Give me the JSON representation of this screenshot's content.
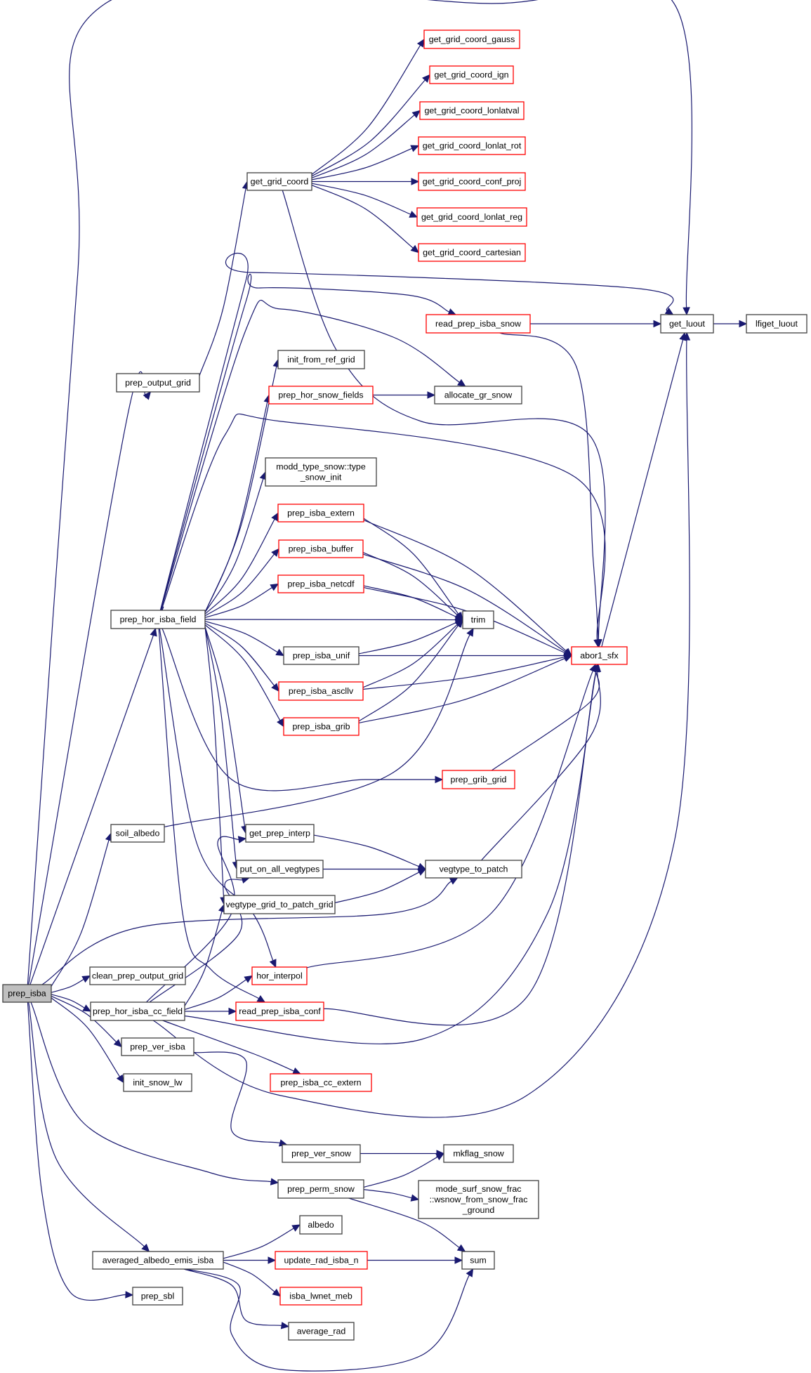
{
  "title": "Call graph of prep_isba",
  "colors": {
    "edge": "#191970",
    "box_border": "#404040",
    "external_border": "#ff0000",
    "root_fill": "#bfbfbf"
  },
  "nodes": [
    {
      "id": "prep_isba",
      "lines": [
        "prep_isba"
      ],
      "kind": "root"
    },
    {
      "id": "get_grid_coord_gauss",
      "lines": [
        "get_grid_coord_gauss"
      ],
      "kind": "ext"
    },
    {
      "id": "get_grid_coord_ign",
      "lines": [
        "get_grid_coord_ign"
      ],
      "kind": "ext"
    },
    {
      "id": "get_grid_coord_lonlatval",
      "lines": [
        "get_grid_coord_lonlatval"
      ],
      "kind": "ext"
    },
    {
      "id": "get_grid_coord_lonlat_rot",
      "lines": [
        "get_grid_coord_lonlat_rot"
      ],
      "kind": "ext"
    },
    {
      "id": "get_grid_coord_conf_proj",
      "lines": [
        "get_grid_coord_conf_proj"
      ],
      "kind": "ext"
    },
    {
      "id": "get_grid_coord_lonlat_reg",
      "lines": [
        "get_grid_coord_lonlat_reg"
      ],
      "kind": "ext"
    },
    {
      "id": "get_grid_coord_cartesian",
      "lines": [
        "get_grid_coord_cartesian"
      ],
      "kind": "ext"
    },
    {
      "id": "get_grid_coord",
      "lines": [
        "get_grid_coord"
      ],
      "kind": "normal"
    },
    {
      "id": "get_luout",
      "lines": [
        "get_luout"
      ],
      "kind": "normal"
    },
    {
      "id": "lfiget_luout",
      "lines": [
        "lfiget_luout"
      ],
      "kind": "normal"
    },
    {
      "id": "read_prep_isba_snow",
      "lines": [
        "read_prep_isba_snow"
      ],
      "kind": "ext"
    },
    {
      "id": "init_from_ref_grid",
      "lines": [
        "init_from_ref_grid"
      ],
      "kind": "normal"
    },
    {
      "id": "prep_hor_snow_fields",
      "lines": [
        "prep_hor_snow_fields"
      ],
      "kind": "ext"
    },
    {
      "id": "allocate_gr_snow",
      "lines": [
        "allocate_gr_snow"
      ],
      "kind": "normal"
    },
    {
      "id": "prep_output_grid",
      "lines": [
        "prep_output_grid"
      ],
      "kind": "normal"
    },
    {
      "id": "modd_type_snow",
      "lines": [
        "modd_type_snow::type",
        "_snow_init"
      ],
      "kind": "normal"
    },
    {
      "id": "prep_isba_extern",
      "lines": [
        "prep_isba_extern"
      ],
      "kind": "ext"
    },
    {
      "id": "prep_isba_buffer",
      "lines": [
        "prep_isba_buffer"
      ],
      "kind": "ext"
    },
    {
      "id": "prep_isba_netcdf",
      "lines": [
        "prep_isba_netcdf"
      ],
      "kind": "ext"
    },
    {
      "id": "prep_hor_isba_field",
      "lines": [
        "prep_hor_isba_field"
      ],
      "kind": "normal"
    },
    {
      "id": "trim",
      "lines": [
        "trim"
      ],
      "kind": "normal"
    },
    {
      "id": "prep_isba_unif",
      "lines": [
        "prep_isba_unif"
      ],
      "kind": "normal"
    },
    {
      "id": "abor1_sfx",
      "lines": [
        "abor1_sfx"
      ],
      "kind": "ext"
    },
    {
      "id": "prep_isba_ascllv",
      "lines": [
        "prep_isba_ascllv"
      ],
      "kind": "ext"
    },
    {
      "id": "prep_isba_grib",
      "lines": [
        "prep_isba_grib"
      ],
      "kind": "ext"
    },
    {
      "id": "prep_grib_grid",
      "lines": [
        "prep_grib_grid"
      ],
      "kind": "ext"
    },
    {
      "id": "soil_albedo",
      "lines": [
        "soil_albedo"
      ],
      "kind": "normal"
    },
    {
      "id": "get_prep_interp",
      "lines": [
        "get_prep_interp"
      ],
      "kind": "normal"
    },
    {
      "id": "put_on_all_vegtypes",
      "lines": [
        "put_on_all_vegtypes"
      ],
      "kind": "normal"
    },
    {
      "id": "vegtype_to_patch",
      "lines": [
        "vegtype_to_patch"
      ],
      "kind": "normal"
    },
    {
      "id": "vegtype_grid_to_patch_grid",
      "lines": [
        "vegtype_grid_to_patch_grid"
      ],
      "kind": "normal"
    },
    {
      "id": "hor_interpol",
      "lines": [
        "hor_interpol"
      ],
      "kind": "ext"
    },
    {
      "id": "clean_prep_output_grid",
      "lines": [
        "clean_prep_output_grid"
      ],
      "kind": "normal"
    },
    {
      "id": "prep_hor_isba_cc_field",
      "lines": [
        "prep_hor_isba_cc_field"
      ],
      "kind": "normal"
    },
    {
      "id": "read_prep_isba_conf",
      "lines": [
        "read_prep_isba_conf"
      ],
      "kind": "ext"
    },
    {
      "id": "prep_ver_isba",
      "lines": [
        "prep_ver_isba"
      ],
      "kind": "normal"
    },
    {
      "id": "init_snow_lw",
      "lines": [
        "init_snow_lw"
      ],
      "kind": "normal"
    },
    {
      "id": "prep_isba_cc_extern",
      "lines": [
        "prep_isba_cc_extern"
      ],
      "kind": "ext"
    },
    {
      "id": "prep_ver_snow",
      "lines": [
        "prep_ver_snow"
      ],
      "kind": "normal"
    },
    {
      "id": "mkflag_snow",
      "lines": [
        "mkflag_snow"
      ],
      "kind": "normal"
    },
    {
      "id": "prep_perm_snow",
      "lines": [
        "prep_perm_snow"
      ],
      "kind": "normal"
    },
    {
      "id": "mode_surf_snow_frac",
      "lines": [
        "mode_surf_snow_frac",
        "::wsnow_from_snow_frac",
        "_ground"
      ],
      "kind": "normal"
    },
    {
      "id": "albedo",
      "lines": [
        "albedo"
      ],
      "kind": "normal"
    },
    {
      "id": "averaged_albedo_emis_isba",
      "lines": [
        "averaged_albedo_emis_isba"
      ],
      "kind": "normal"
    },
    {
      "id": "update_rad_isba_n",
      "lines": [
        "update_rad_isba_n"
      ],
      "kind": "ext"
    },
    {
      "id": "sum",
      "lines": [
        "sum"
      ],
      "kind": "normal"
    },
    {
      "id": "prep_sbl",
      "lines": [
        "prep_sbl"
      ],
      "kind": "normal"
    },
    {
      "id": "isba_lwnet_meb",
      "lines": [
        "isba_lwnet_meb"
      ],
      "kind": "ext"
    },
    {
      "id": "average_rad",
      "lines": [
        "average_rad"
      ],
      "kind": "normal"
    }
  ],
  "edges": [
    [
      "prep_isba",
      "get_luout"
    ],
    [
      "prep_isba",
      "prep_output_grid"
    ],
    [
      "prep_isba",
      "prep_hor_isba_field"
    ],
    [
      "prep_isba",
      "soil_albedo"
    ],
    [
      "prep_isba",
      "vegtype_to_patch"
    ],
    [
      "prep_isba",
      "clean_prep_output_grid"
    ],
    [
      "prep_isba",
      "prep_hor_isba_cc_field"
    ],
    [
      "prep_isba",
      "prep_ver_isba"
    ],
    [
      "prep_isba",
      "init_snow_lw"
    ],
    [
      "prep_isba",
      "prep_perm_snow"
    ],
    [
      "prep_isba",
      "averaged_albedo_emis_isba"
    ],
    [
      "prep_isba",
      "prep_sbl"
    ],
    [
      "prep_output_grid",
      "get_grid_coord"
    ],
    [
      "get_grid_coord",
      "get_grid_coord_gauss"
    ],
    [
      "get_grid_coord",
      "get_grid_coord_ign"
    ],
    [
      "get_grid_coord",
      "get_grid_coord_lonlatval"
    ],
    [
      "get_grid_coord",
      "get_grid_coord_lonlat_rot"
    ],
    [
      "get_grid_coord",
      "get_grid_coord_conf_proj"
    ],
    [
      "get_grid_coord",
      "get_grid_coord_lonlat_reg"
    ],
    [
      "get_grid_coord",
      "get_grid_coord_cartesian"
    ],
    [
      "get_grid_coord",
      "abor1_sfx"
    ],
    [
      "get_luout",
      "lfiget_luout"
    ],
    [
      "read_prep_isba_snow",
      "get_luout"
    ],
    [
      "read_prep_isba_snow",
      "abor1_sfx"
    ],
    [
      "abor1_sfx",
      "get_luout"
    ],
    [
      "prep_hor_snow_fields",
      "allocate_gr_snow"
    ],
    [
      "prep_hor_isba_field",
      "get_luout"
    ],
    [
      "prep_hor_isba_field",
      "read_prep_isba_snow"
    ],
    [
      "prep_hor_isba_field",
      "allocate_gr_snow"
    ],
    [
      "prep_hor_isba_field",
      "init_from_ref_grid"
    ],
    [
      "prep_hor_isba_field",
      "prep_hor_snow_fields"
    ],
    [
      "prep_hor_isba_field",
      "abor1_sfx"
    ],
    [
      "prep_hor_isba_field",
      "modd_type_snow"
    ],
    [
      "prep_hor_isba_field",
      "prep_isba_extern"
    ],
    [
      "prep_hor_isba_field",
      "prep_isba_buffer"
    ],
    [
      "prep_hor_isba_field",
      "prep_isba_netcdf"
    ],
    [
      "prep_hor_isba_field",
      "trim"
    ],
    [
      "prep_hor_isba_field",
      "prep_isba_unif"
    ],
    [
      "prep_hor_isba_field",
      "prep_isba_ascllv"
    ],
    [
      "prep_hor_isba_field",
      "prep_isba_grib"
    ],
    [
      "prep_hor_isba_field",
      "prep_grib_grid"
    ],
    [
      "prep_hor_isba_field",
      "get_prep_interp"
    ],
    [
      "prep_hor_isba_field",
      "put_on_all_vegtypes"
    ],
    [
      "prep_hor_isba_field",
      "vegtype_grid_to_patch_grid"
    ],
    [
      "prep_hor_isba_field",
      "hor_interpol"
    ],
    [
      "prep_hor_isba_field",
      "read_prep_isba_conf"
    ],
    [
      "prep_isba_extern",
      "trim"
    ],
    [
      "prep_isba_extern",
      "abor1_sfx"
    ],
    [
      "prep_isba_buffer",
      "trim"
    ],
    [
      "prep_isba_buffer",
      "abor1_sfx"
    ],
    [
      "prep_isba_netcdf",
      "trim"
    ],
    [
      "prep_isba_netcdf",
      "abor1_sfx"
    ],
    [
      "prep_isba_unif",
      "trim"
    ],
    [
      "prep_isba_unif",
      "abor1_sfx"
    ],
    [
      "prep_isba_ascllv",
      "trim"
    ],
    [
      "prep_isba_ascllv",
      "abor1_sfx"
    ],
    [
      "prep_isba_grib",
      "trim"
    ],
    [
      "prep_isba_grib",
      "abor1_sfx"
    ],
    [
      "prep_grib_grid",
      "abor1_sfx"
    ],
    [
      "soil_albedo",
      "trim"
    ],
    [
      "get_prep_interp",
      "vegtype_to_patch"
    ],
    [
      "put_on_all_vegtypes",
      "vegtype_to_patch"
    ],
    [
      "vegtype_grid_to_patch_grid",
      "vegtype_to_patch"
    ],
    [
      "vegtype_to_patch",
      "abor1_sfx"
    ],
    [
      "hor_interpol",
      "abor1_sfx"
    ],
    [
      "read_prep_isba_conf",
      "abor1_sfx"
    ],
    [
      "prep_hor_isba_cc_field",
      "get_prep_interp"
    ],
    [
      "prep_hor_isba_cc_field",
      "put_on_all_vegtypes"
    ],
    [
      "prep_hor_isba_cc_field",
      "vegtype_grid_to_patch_grid"
    ],
    [
      "prep_hor_isba_cc_field",
      "hor_interpol"
    ],
    [
      "prep_hor_isba_cc_field",
      "read_prep_isba_conf"
    ],
    [
      "prep_hor_isba_cc_field",
      "abor1_sfx"
    ],
    [
      "prep_hor_isba_cc_field",
      "prep_isba_cc_extern"
    ],
    [
      "prep_hor_isba_cc_field",
      "get_luout"
    ],
    [
      "prep_ver_isba",
      "prep_ver_snow"
    ],
    [
      "prep_ver_snow",
      "mkflag_snow"
    ],
    [
      "prep_perm_snow",
      "mkflag_snow"
    ],
    [
      "prep_perm_snow",
      "mode_surf_snow_frac"
    ],
    [
      "prep_perm_snow",
      "sum"
    ],
    [
      "averaged_albedo_emis_isba",
      "albedo"
    ],
    [
      "averaged_albedo_emis_isba",
      "update_rad_isba_n"
    ],
    [
      "averaged_albedo_emis_isba",
      "isba_lwnet_meb"
    ],
    [
      "averaged_albedo_emis_isba",
      "average_rad"
    ],
    [
      "averaged_albedo_emis_isba",
      "sum"
    ],
    [
      "update_rad_isba_n",
      "sum"
    ]
  ]
}
